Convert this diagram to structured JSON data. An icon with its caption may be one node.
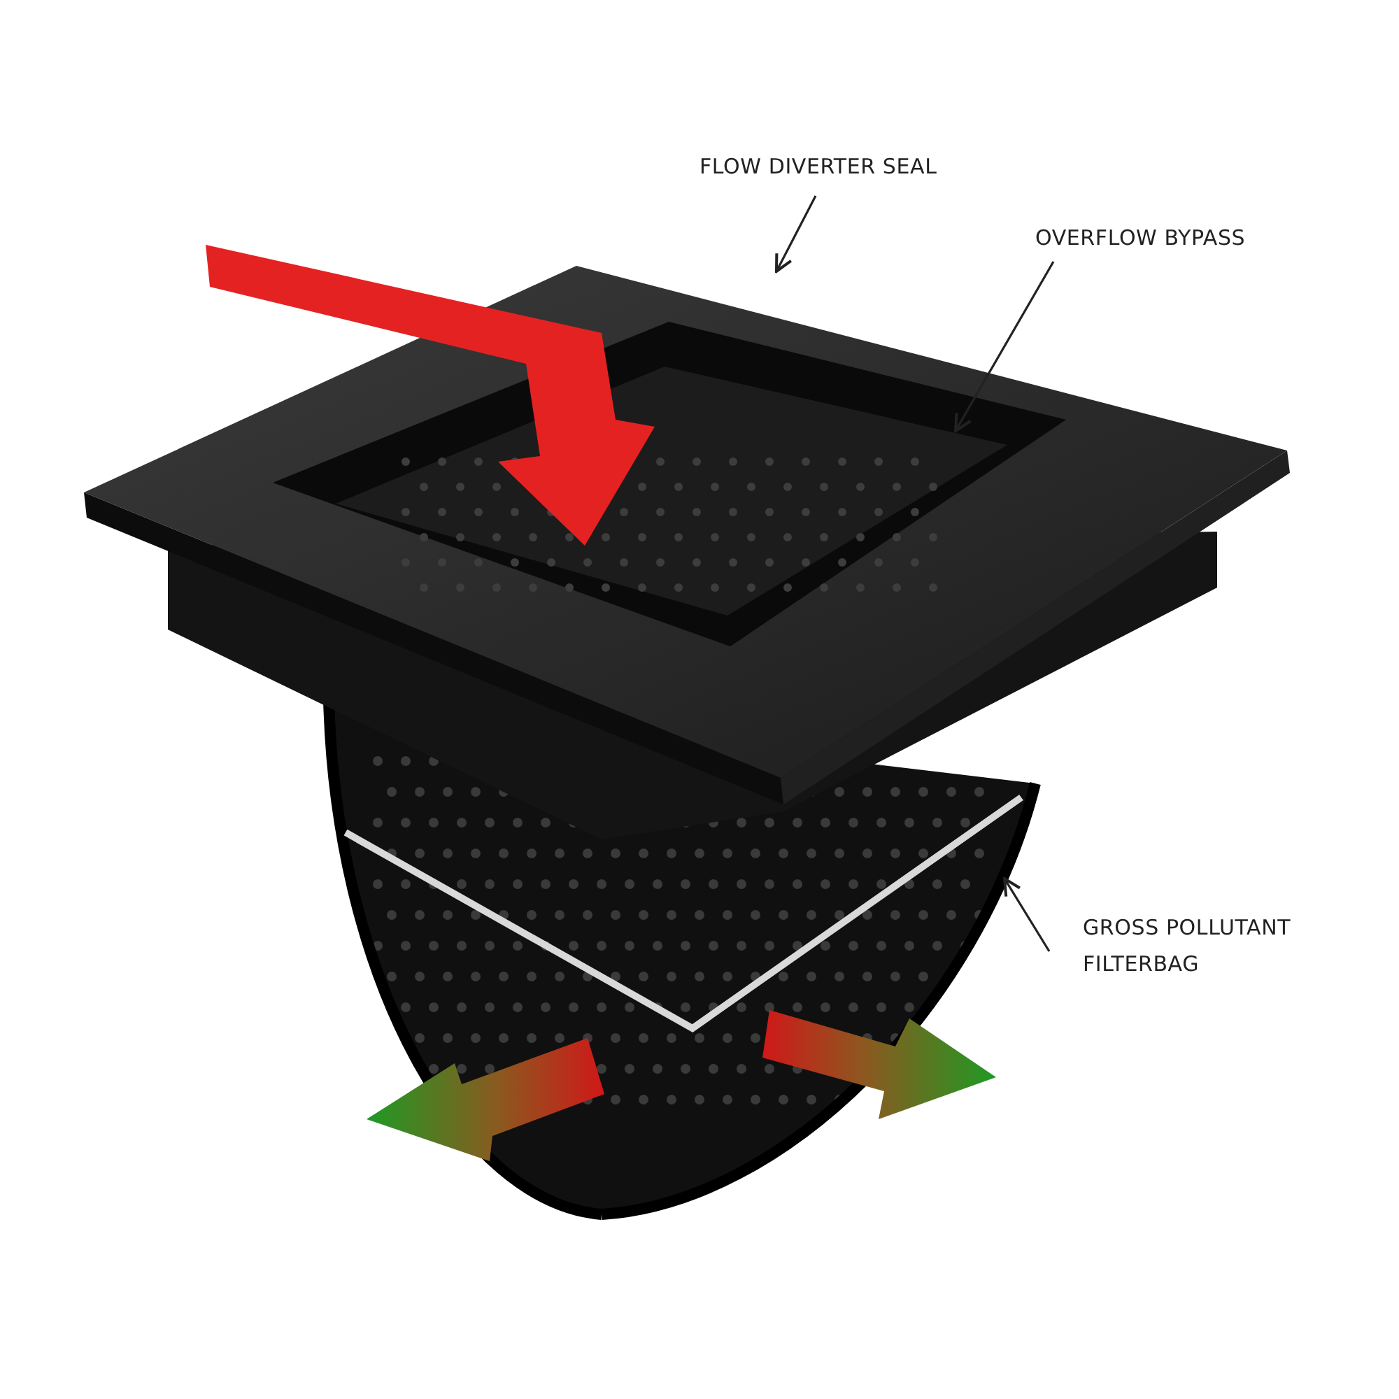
{
  "diagram": {
    "nodes": [
      {
        "text": [
          "FLOW DIVERTER SEAL"
        ]
      },
      {
        "text": [
          "OVERFLOW BYPASS"
        ]
      },
      {
        "text": [
          "GROSS POLLUTANT FILTERBAG"
        ]
      }
    ],
    "edges": [
      {
        "from": 0,
        "to": null,
        "arrow": "to"
      },
      {
        "from": 1,
        "to": null,
        "arrow": "to"
      },
      {
        "from": 2,
        "to": null,
        "arrow": "to"
      }
    ]
  }
}
